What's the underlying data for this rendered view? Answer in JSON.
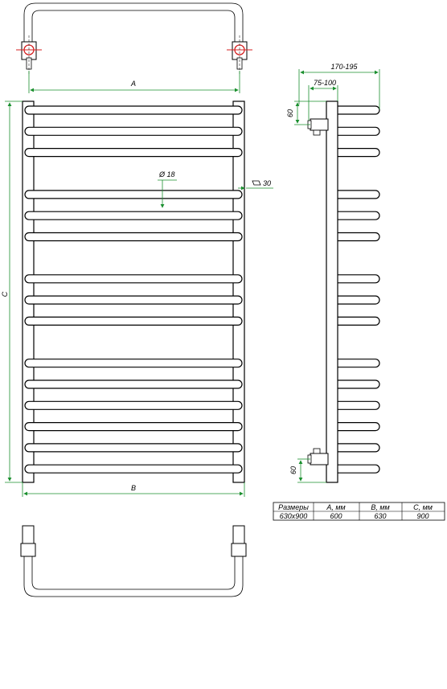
{
  "colors": {
    "dimension_line": "#1a8f2e",
    "outline": "#000000",
    "valve_red": "#d42020"
  },
  "labels": {
    "dim_a": "A",
    "dim_b": "B",
    "dim_c": "C",
    "pipe_diameter": "Ø 18",
    "square_section": "30",
    "side_depth_outer": "170-195",
    "side_depth_inner": "75-100",
    "mount_top": "60",
    "mount_bottom": "60"
  },
  "rail_groups": [
    3,
    3,
    3,
    6
  ],
  "table": {
    "headers": [
      "Размеры",
      "A, мм",
      "B, мм",
      "C, мм"
    ],
    "rows": [
      [
        "630x900",
        "600",
        "630",
        "900"
      ]
    ]
  }
}
